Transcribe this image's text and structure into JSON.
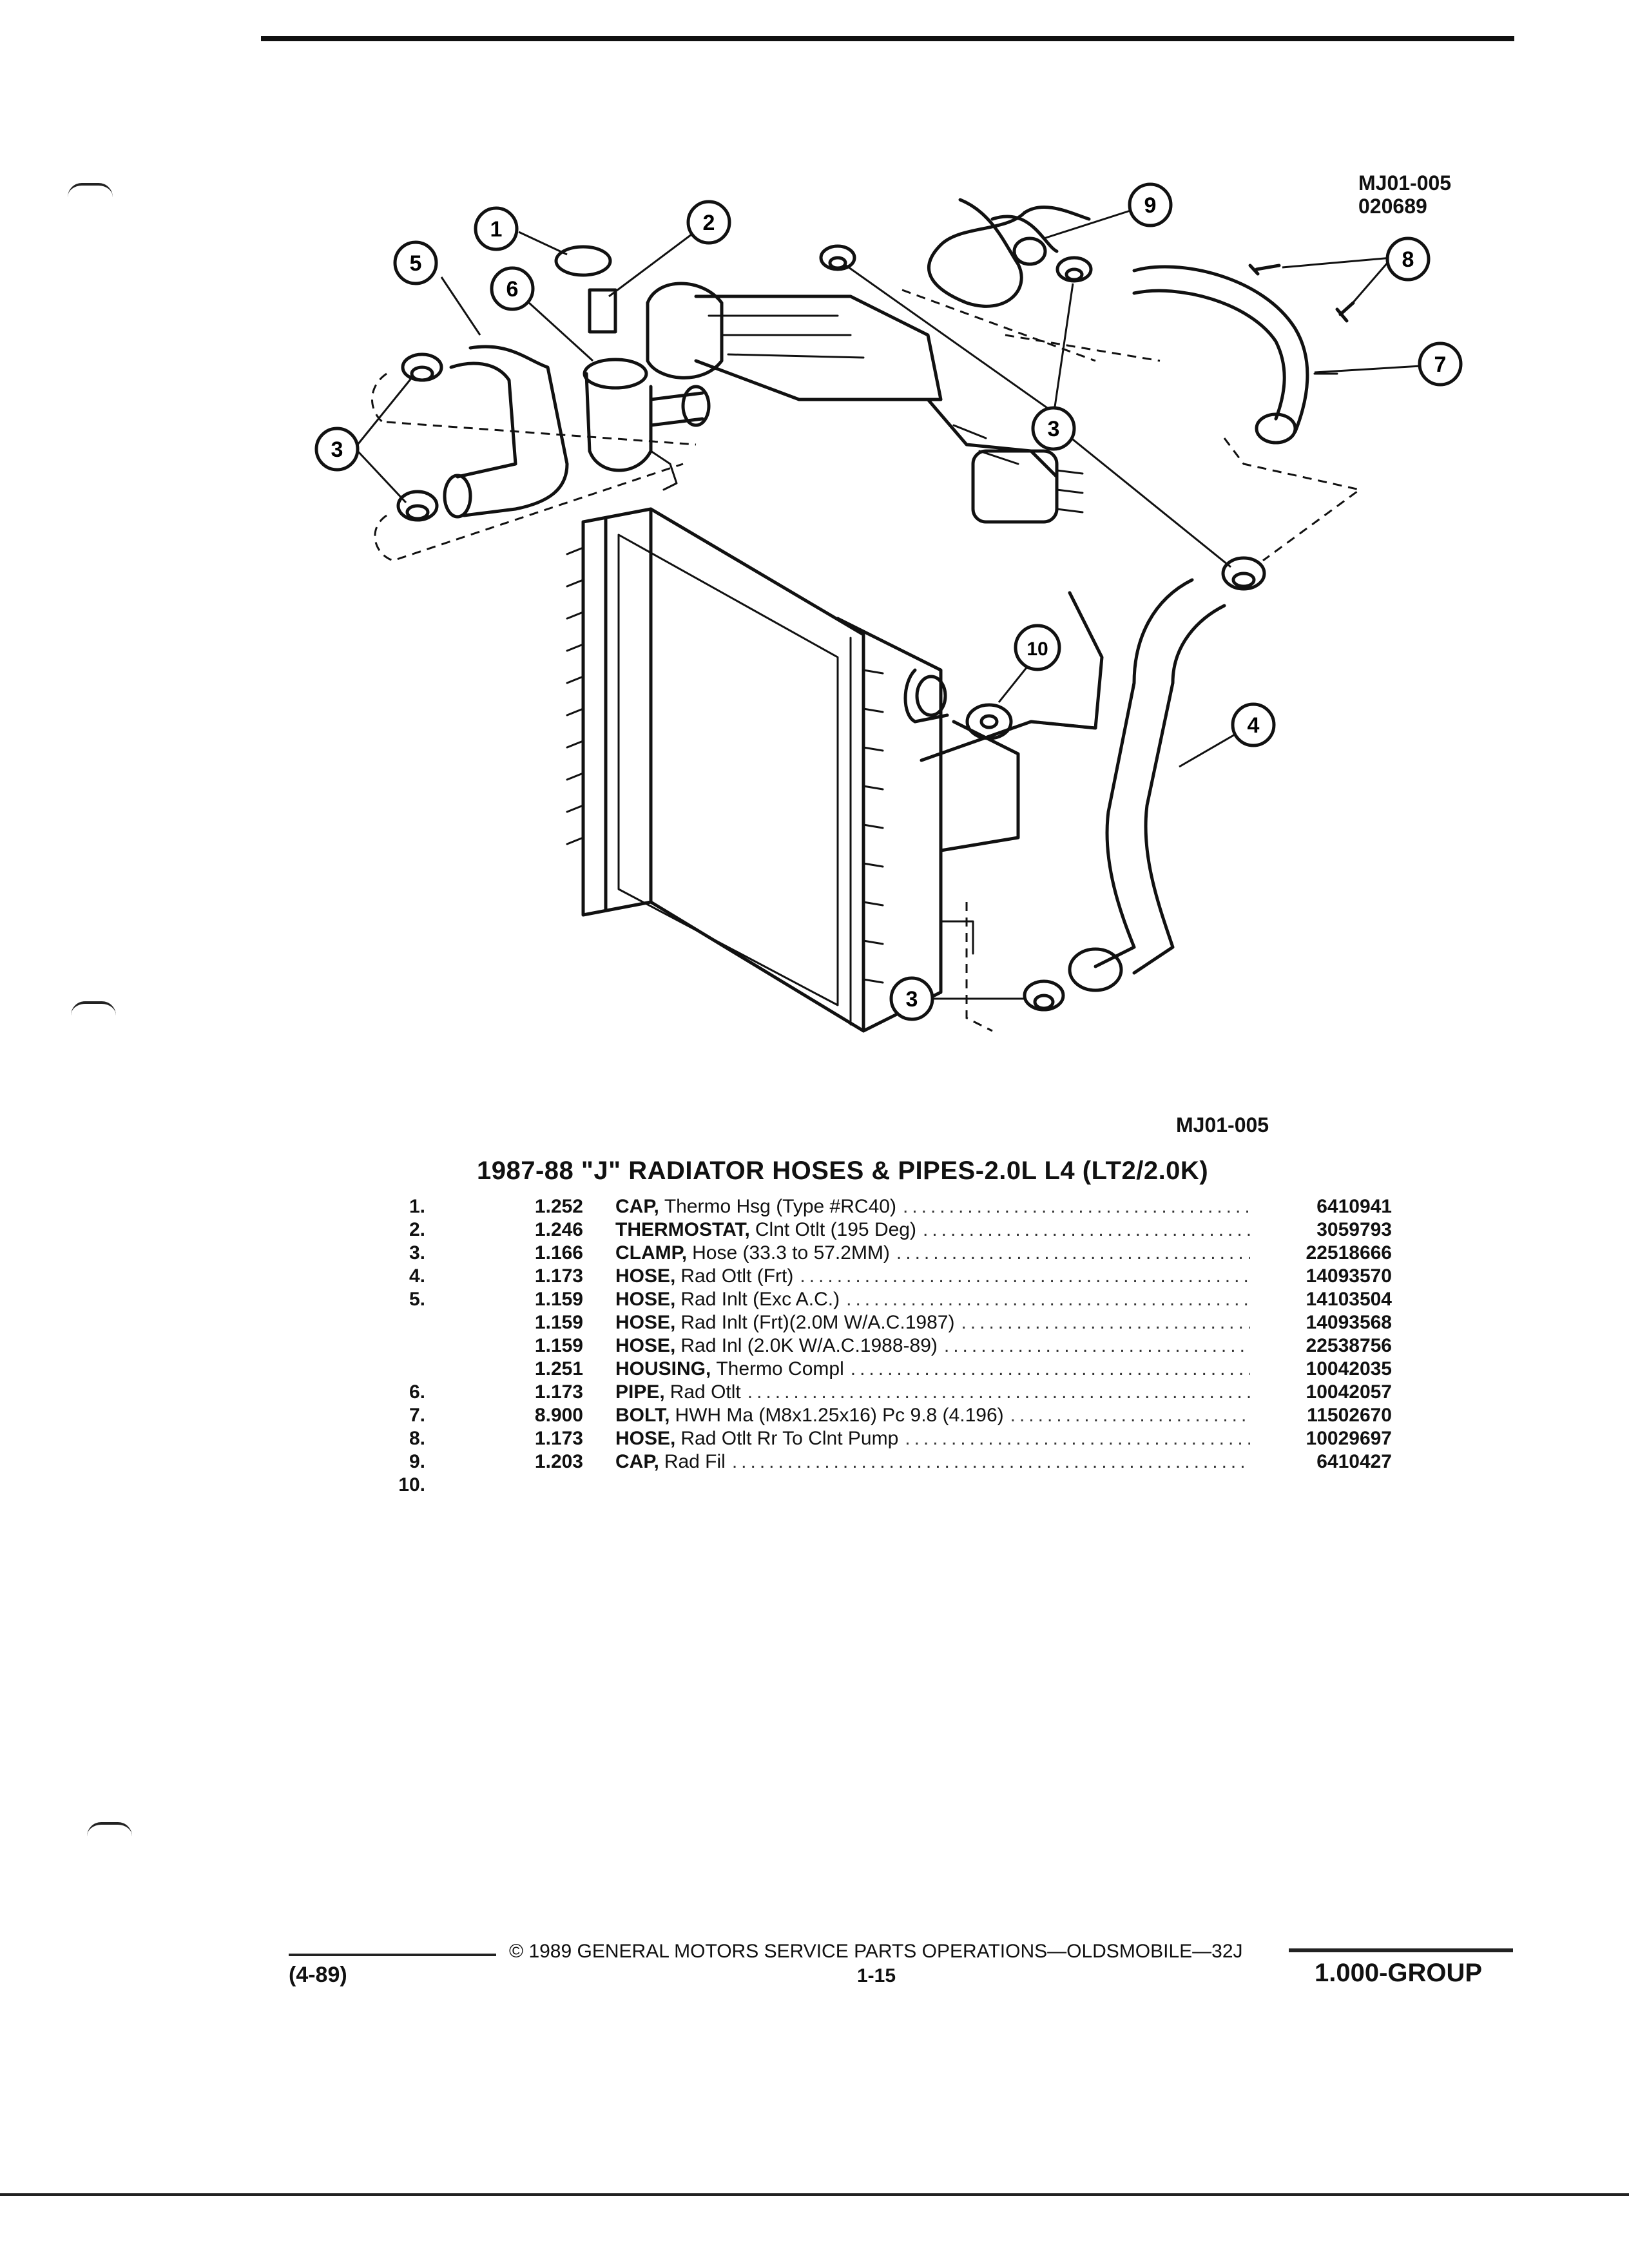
{
  "figure": {
    "id": "MJ01-005",
    "date_code": "020689",
    "caption_code": "MJ01-005",
    "callouts": [
      "1",
      "2",
      "3",
      "4",
      "5",
      "6",
      "7",
      "8",
      "9",
      "10"
    ]
  },
  "catalog": {
    "title": "1987-88 \"J\" RADIATOR HOSES & PIPES-2.0L L4 (LT2/2.0K)",
    "items": [
      {
        "num": "1.",
        "group": "1.252",
        "name": "CAP,",
        "detail": "Thermo Hsg (Type #RC40)",
        "part": "6410941"
      },
      {
        "num": "2.",
        "group": "1.246",
        "name": "THERMOSTAT,",
        "detail": "Clnt Otlt (195 Deg)",
        "part": "3059793"
      },
      {
        "num": "3.",
        "group": "1.166",
        "name": "CLAMP,",
        "detail": "Hose (33.3 to 57.2MM)",
        "part": "22518666"
      },
      {
        "num": "4.",
        "group": "1.173",
        "name": "HOSE,",
        "detail": "Rad Otlt (Frt)",
        "part": "14093570"
      },
      {
        "num": "5.",
        "group": "1.159",
        "name": "HOSE,",
        "detail": "Rad Inlt (Exc A.C.)",
        "part": "14103504"
      },
      {
        "num": "",
        "group": "1.159",
        "name": "HOSE,",
        "detail": "Rad Inlt (Frt)(2.0M W/A.C.1987)",
        "part": "14093568"
      },
      {
        "num": "",
        "group": "1.159",
        "name": "HOSE,",
        "detail": "Rad Inl (2.0K W/A.C.1988-89)",
        "part": "22538756"
      },
      {
        "num": "",
        "group": "1.251",
        "name": "HOUSING,",
        "detail": "Thermo Compl",
        "part": "10042035"
      },
      {
        "num": "6.",
        "group": "1.173",
        "name": "PIPE,",
        "detail": "Rad Otlt",
        "part": "10042057"
      },
      {
        "num": "7.",
        "group": "8.900",
        "name": "BOLT,",
        "detail": "HWH Ma (M8x1.25x16) Pc 9.8 (4.196)",
        "part": "11502670"
      },
      {
        "num": "8.",
        "group": "1.173",
        "name": "HOSE,",
        "detail": "Rad Otlt Rr To Clnt Pump",
        "part": "10029697"
      },
      {
        "num": "9.",
        "group": "1.203",
        "name": "CAP,",
        "detail": "Rad Fil",
        "part": "6410427"
      },
      {
        "num": "10.",
        "group": "",
        "name": "",
        "detail": "",
        "part": ""
      }
    ]
  },
  "footer": {
    "copyright": "© 1989 GENERAL MOTORS SERVICE PARTS OPERATIONS—OLDSMOBILE—32J",
    "date": "(4-89)",
    "page": "1-15",
    "group": "1.000-GROUP"
  }
}
